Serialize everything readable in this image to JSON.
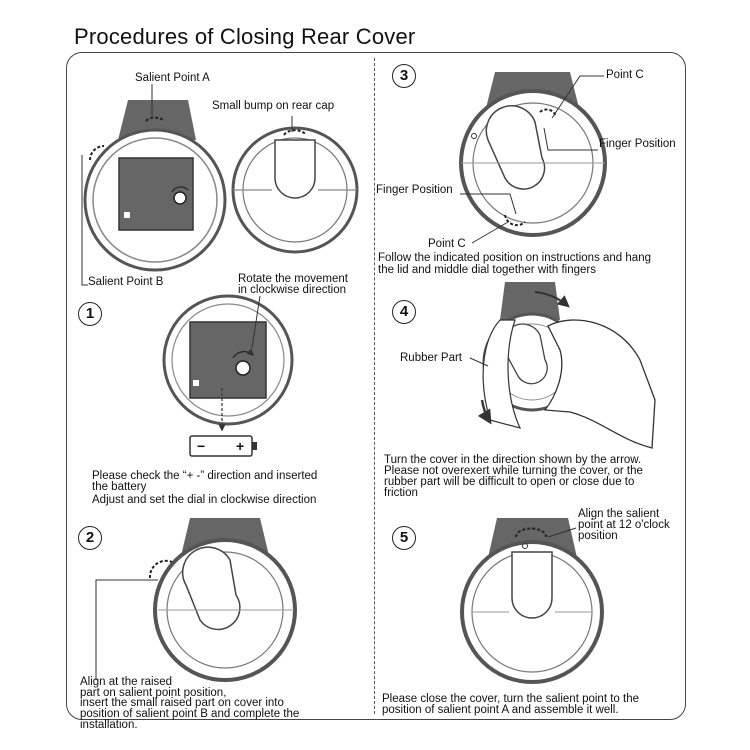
{
  "title": "Procedures of Closing Rear Cover",
  "labels": {
    "salient_a": "Salient Point A",
    "bump": "Small bump on rear cap",
    "salient_b": "Salient Point B",
    "rotate_1": "Rotate the movement",
    "rotate_2": "in clockwise direction",
    "point_c_top": "Point C",
    "finger_right": "Finger Position",
    "finger_left": "Finger Position",
    "point_c_bottom": "Point C",
    "rubber": "Rubber Part",
    "align_12_1": "Align the salient",
    "align_12_2": "point at 12 o'clock",
    "align_12_3": "position"
  },
  "steps": {
    "s1": "1",
    "s2": "2",
    "s3": "3",
    "s4": "4",
    "s5": "5"
  },
  "battery": {
    "minus": "−",
    "plus": "+"
  },
  "instructions": {
    "s1_l1": "Please check the “+ -” direction and inserted",
    "s1_l2": "the battery",
    "s1_l3": "Adjust and set the dial in clockwise direction",
    "s2_l1": "Align at the raised",
    "s2_l2": "part on salient point position,",
    "s2_l3": "insert the small raised part on cover into",
    "s2_l4": "position of salient point B and complete the",
    "s2_l5": "installation.",
    "s3_l1": "Follow the indicated position on instructions and hang",
    "s3_l2": "the lid and middle dial together with fingers",
    "s4_l1": "Turn the cover in the direction shown by the arrow.",
    "s4_l2": "Please not overexert while turning the cover, or the",
    "s4_l3": "rubber part will be difficult to open or close due to",
    "s4_l4": "friction",
    "s5_l1": "Please close the cover, turn the salient point to the",
    "s5_l2": "position of salient point A and assemble it well."
  }
}
